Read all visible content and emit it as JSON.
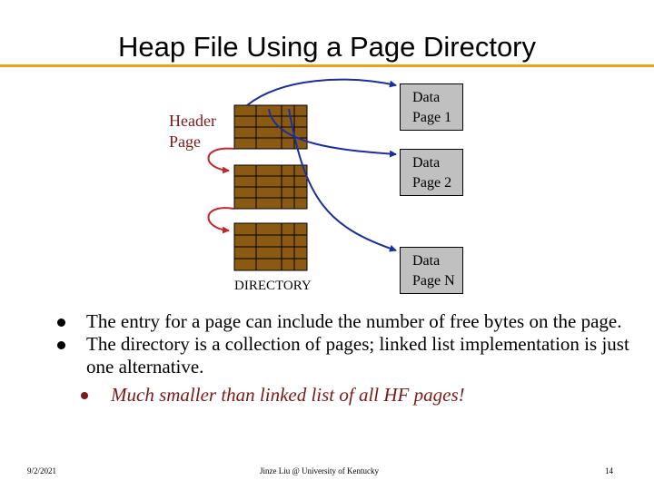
{
  "slide": {
    "title": "Heap File Using a Page Directory",
    "header_label_line1": "Header",
    "header_label_line2": "Page",
    "directory_label": "DIRECTORY",
    "data_pages": [
      {
        "line1": "Data",
        "line2": "Page 1"
      },
      {
        "line1": "Data",
        "line2": "Page 2"
      },
      {
        "line1": "Data",
        "line2": "Page N"
      }
    ],
    "bullets": [
      "The entry for a page can include the number of free bytes on the page.",
      "The directory is a collection of pages; linked list implementation is just one alternative."
    ],
    "sub_bullet": "Much smaller than linked list of all HF pages!",
    "footer": {
      "date": "9/2/2021",
      "author": "Jinze Liu @ University of Kentucky",
      "page_number": "14"
    }
  },
  "colors": {
    "accent_rule": "#e8a317",
    "directory_cell": "#8b5a12",
    "link_arrow": "#c0282d",
    "pointer_arrow": "#1a2e9e",
    "data_page_fill": "#c0c0c0"
  }
}
